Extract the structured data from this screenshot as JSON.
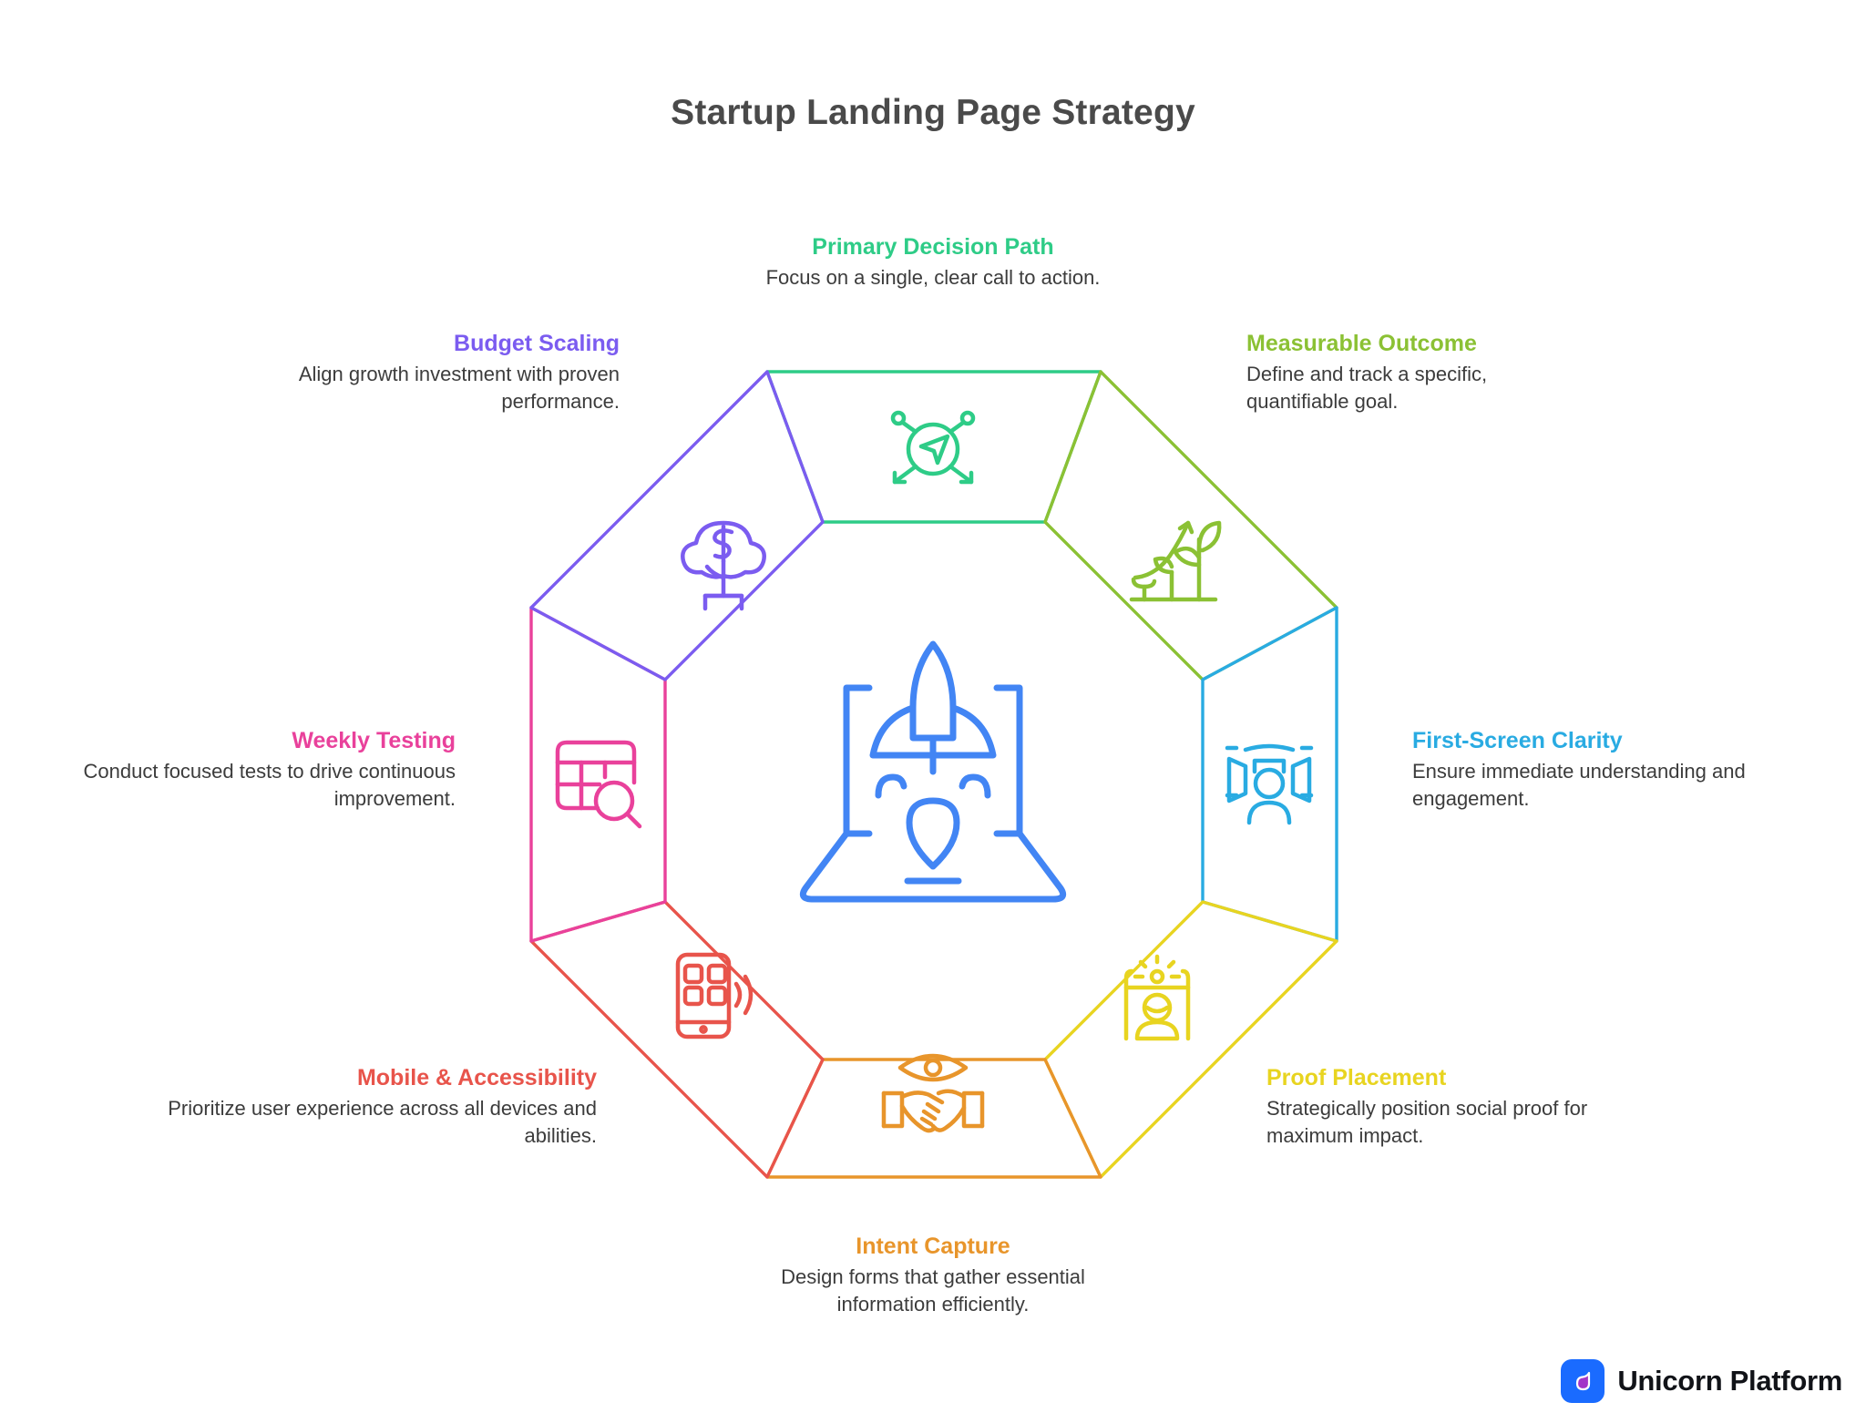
{
  "page": {
    "title": "Startup Landing Page Strategy",
    "background": "#ffffff",
    "title_color": "#4a4a4a"
  },
  "center": {
    "icon": "rocket-laptop-icon",
    "color": "#4285f4"
  },
  "segments": [
    {
      "id": "primary-decision-path",
      "position": "top",
      "title": "Primary Decision Path",
      "description": "Focus on a single, clear call to action.",
      "color": "#2ecc87",
      "icon": "compass-navigation-icon",
      "align": "center"
    },
    {
      "id": "measurable-outcome",
      "position": "top-right",
      "title": "Measurable Outcome",
      "description": "Define and track a specific, quantifiable goal.",
      "color": "#8bc134",
      "icon": "plant-growth-icon",
      "align": "left"
    },
    {
      "id": "first-screen-clarity",
      "position": "right",
      "title": "First-Screen Clarity",
      "description": "Ensure immediate understanding and engagement.",
      "color": "#29abe2",
      "icon": "viewport-person-icon",
      "align": "left"
    },
    {
      "id": "proof-placement",
      "position": "bottom-right",
      "title": "Proof Placement",
      "description": "Strategically position social proof for maximum impact.",
      "color": "#e8d420",
      "icon": "spotlight-person-icon",
      "align": "left"
    },
    {
      "id": "intent-capture",
      "position": "bottom",
      "title": "Intent Capture",
      "description": "Design forms that gather essential information efficiently.",
      "color": "#e8952b",
      "icon": "eye-handshake-icon",
      "align": "center"
    },
    {
      "id": "mobile-accessibility",
      "position": "bottom-left",
      "title": "Mobile & Accessibility",
      "description": "Prioritize user experience across all devices and abilities.",
      "color": "#e8544b",
      "icon": "phone-signal-icon",
      "align": "right"
    },
    {
      "id": "weekly-testing",
      "position": "left",
      "title": "Weekly Testing",
      "description": "Conduct focused tests to drive continuous improvement.",
      "color": "#e9419b",
      "icon": "table-search-icon",
      "align": "right"
    },
    {
      "id": "budget-scaling",
      "position": "top-left",
      "title": "Budget Scaling",
      "description": "Align growth investment with proven performance.",
      "color": "#7b5cf0",
      "icon": "money-tree-icon",
      "align": "right"
    }
  ],
  "brand": {
    "name": "Unicorn Platform",
    "mark_icon": "unicorn-droplet-logo",
    "mark_background": "#1a6bff",
    "droplet_color": "#a335c8"
  }
}
